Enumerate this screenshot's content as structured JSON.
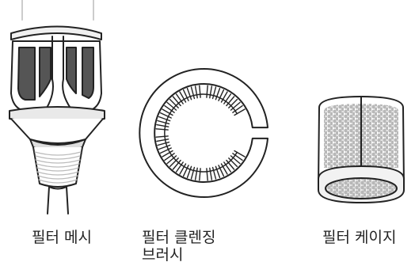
{
  "captions": {
    "filter_mesh": "필터 메시",
    "cleaning_brush_line1": "필터 클렌징",
    "cleaning_brush_line2": "브러시",
    "filter_case": "필터 케이지"
  },
  "colors": {
    "line": "#222222",
    "light_gray": "#e9e9e9",
    "mid_gray": "#bdbdbd",
    "dark_gray": "#555555",
    "dot_gray": "#b8b8b8"
  }
}
